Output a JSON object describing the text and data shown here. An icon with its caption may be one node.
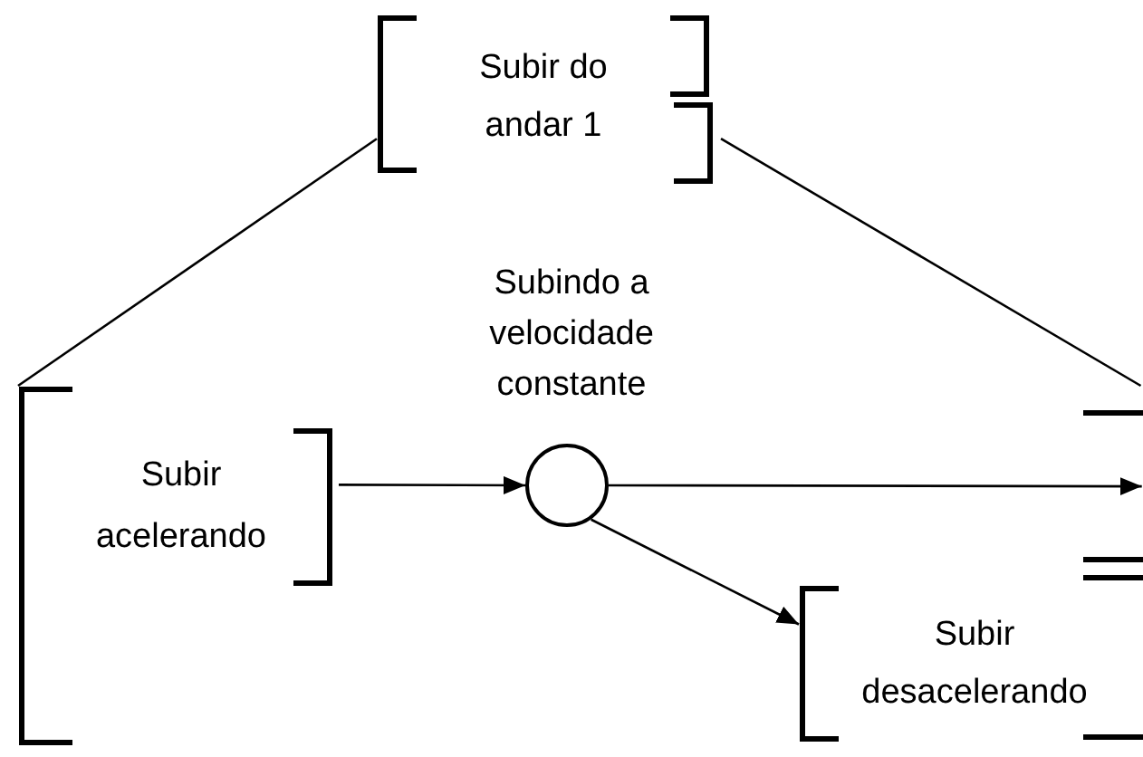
{
  "diagram": {
    "nodes": [
      {
        "text": [
          "Subir do andar 1"
        ]
      },
      {
        "text": [],
        "shape": "box"
      },
      {
        "text": [
          "Subir acelerando"
        ],
        "in": 1
      },
      {
        "text": [],
        "shape": "circle",
        "in": 1,
        "beside": [
          "Subindo a velocidade constante"
        ]
      },
      {
        "text": [
          "Subir desacelerando"
        ],
        "in": 1
      },
      {
        "text": [],
        "shape": "box",
        "in": 1
      }
    ],
    "edges": [
      {
        "from": 0,
        "to": 1,
        "arrow": "none"
      },
      {
        "from": 0,
        "to": 1,
        "arrow": "none"
      },
      {
        "from": 2,
        "to": 3,
        "arrow": "to"
      },
      {
        "from": 3,
        "to": 5,
        "arrow": "to"
      },
      {
        "from": 3,
        "to": 4,
        "arrow": "to"
      }
    ]
  }
}
